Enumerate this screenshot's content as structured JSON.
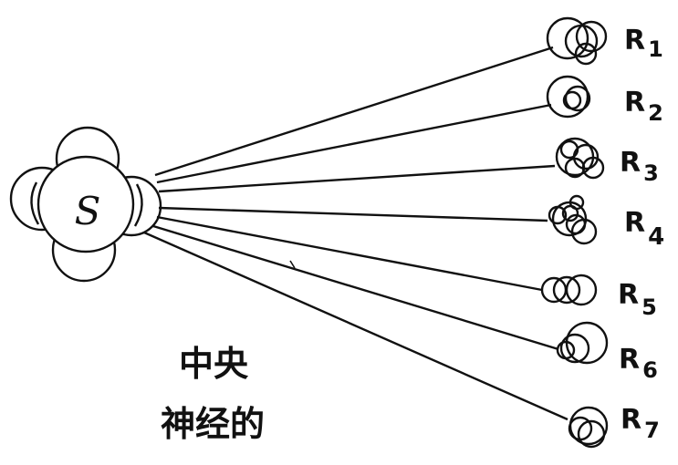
{
  "hub": {
    "label": "S"
  },
  "caption": {
    "line1": "中央",
    "line2": "神经的"
  },
  "receivers": [
    {
      "base": "R",
      "sub": "1"
    },
    {
      "base": "R",
      "sub": "2"
    },
    {
      "base": "R",
      "sub": "3"
    },
    {
      "base": "R",
      "sub": "4"
    },
    {
      "base": "R",
      "sub": "5"
    },
    {
      "base": "R",
      "sub": "6"
    },
    {
      "base": "R",
      "sub": "7"
    }
  ],
  "colors": {
    "ink": "#111111",
    "paper": "#ffffff"
  }
}
